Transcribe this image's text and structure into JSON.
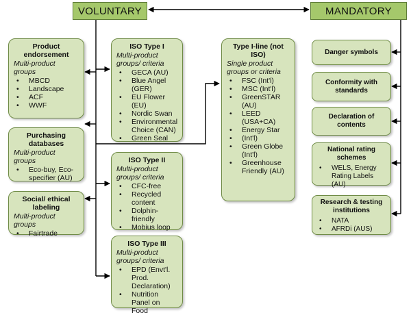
{
  "headers": {
    "voluntary": "VOLUNTARY",
    "mandatory": "MANDATORY"
  },
  "colors": {
    "header_fill": "#a5c86b",
    "box_fill": "#d7e4bd",
    "border": "#6f8b46",
    "line": "#000000"
  },
  "voluntary": {
    "product_endorsement": {
      "title": "Product endorsement",
      "subtitle": "Multi-product groups",
      "items": [
        "MBCD",
        "Landscape",
        "ACF",
        "WWF"
      ]
    },
    "purchasing_databases": {
      "title": "Purchasing databases",
      "subtitle": "Multi-product groups",
      "items": [
        "Eco-buy, Eco-specifier (AU)"
      ]
    },
    "social_ethical": {
      "title": "Social/ ethical labeling",
      "subtitle": "Multi-product groups",
      "items": [
        "Fairtrade"
      ]
    },
    "iso_type_1": {
      "title": "ISO Type I",
      "subtitle": "Multi-product groups/ criteria",
      "items": [
        "GECA (AU)",
        "Blue Angel (GER)",
        "EU Flower (EU)",
        "Nordic Swan",
        "Environmental Choice (CAN)",
        "Green Seal"
      ]
    },
    "iso_type_2": {
      "title": "ISO Type II",
      "subtitle": "Multi-product groups/ criteria",
      "items": [
        "CFC-free",
        "Recycled content",
        "Dolphin-friendly",
        "Mobius loop"
      ]
    },
    "iso_type_3": {
      "title": "ISO Type III",
      "subtitle": "Multi-product groups/ criteria",
      "items": [
        "EPD (Envt'l. Prod. Declaration)",
        "Nutrition Panel on Food"
      ]
    },
    "type_1_line": {
      "title": "Type I-line (not ISO)",
      "subtitle": "Single product groups or criteria",
      "items": [
        "FSC (Int'l)",
        "MSC (Int'l)",
        "GreenSTAR (AU)",
        "LEED (USA+CA)",
        "Energy Star",
        "(Int'l)",
        "Green Globe (Int'l)",
        "Greenhouse Friendly (AU)"
      ]
    }
  },
  "mandatory": {
    "danger_symbols": {
      "title": "Danger symbols"
    },
    "conformity": {
      "title": "Conformity with standards"
    },
    "declaration": {
      "title": "Declaration of contents"
    },
    "national_rating": {
      "title": "National rating schemes",
      "items": [
        "WELS, Energy Rating Labels (AU)"
      ]
    },
    "research_testing": {
      "title": "Research & testing institutions",
      "items": [
        "NATA",
        "AFRDi (AUS)"
      ]
    }
  }
}
